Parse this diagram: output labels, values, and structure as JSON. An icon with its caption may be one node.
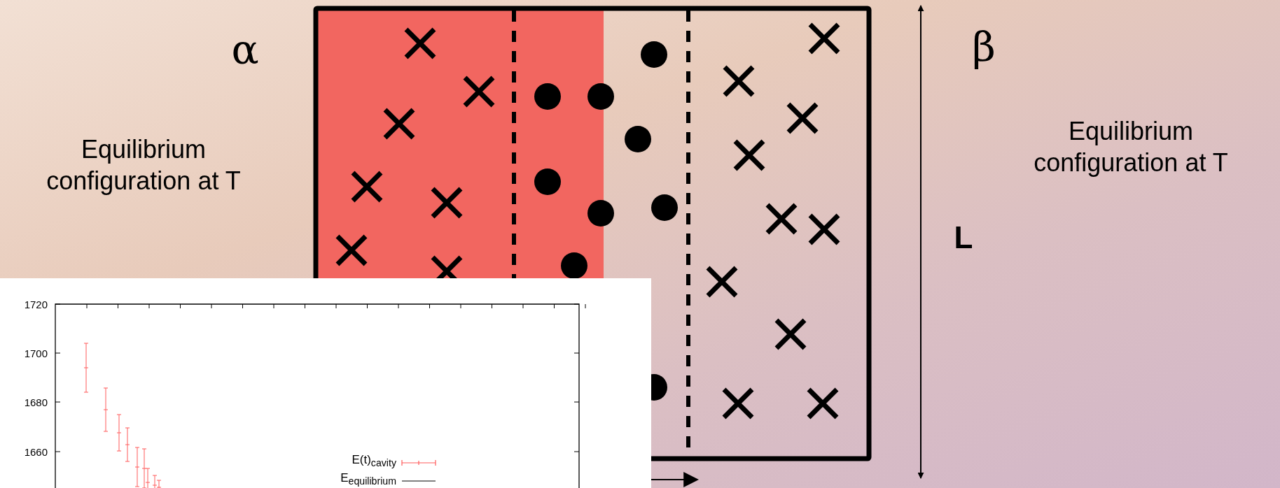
{
  "diagram": {
    "labels": [
      "α",
      "β",
      "Equilibrium configuration at  T",
      "Equilibrium configuration at  T",
      "L",
      "1720",
      "1700",
      "1680",
      "1660"
    ],
    "legend": [
      {
        "text": "E(t)$_{cavity}$"
      },
      {
        "text": "E$_{equilibrium}$"
      }
    ]
  }
}
